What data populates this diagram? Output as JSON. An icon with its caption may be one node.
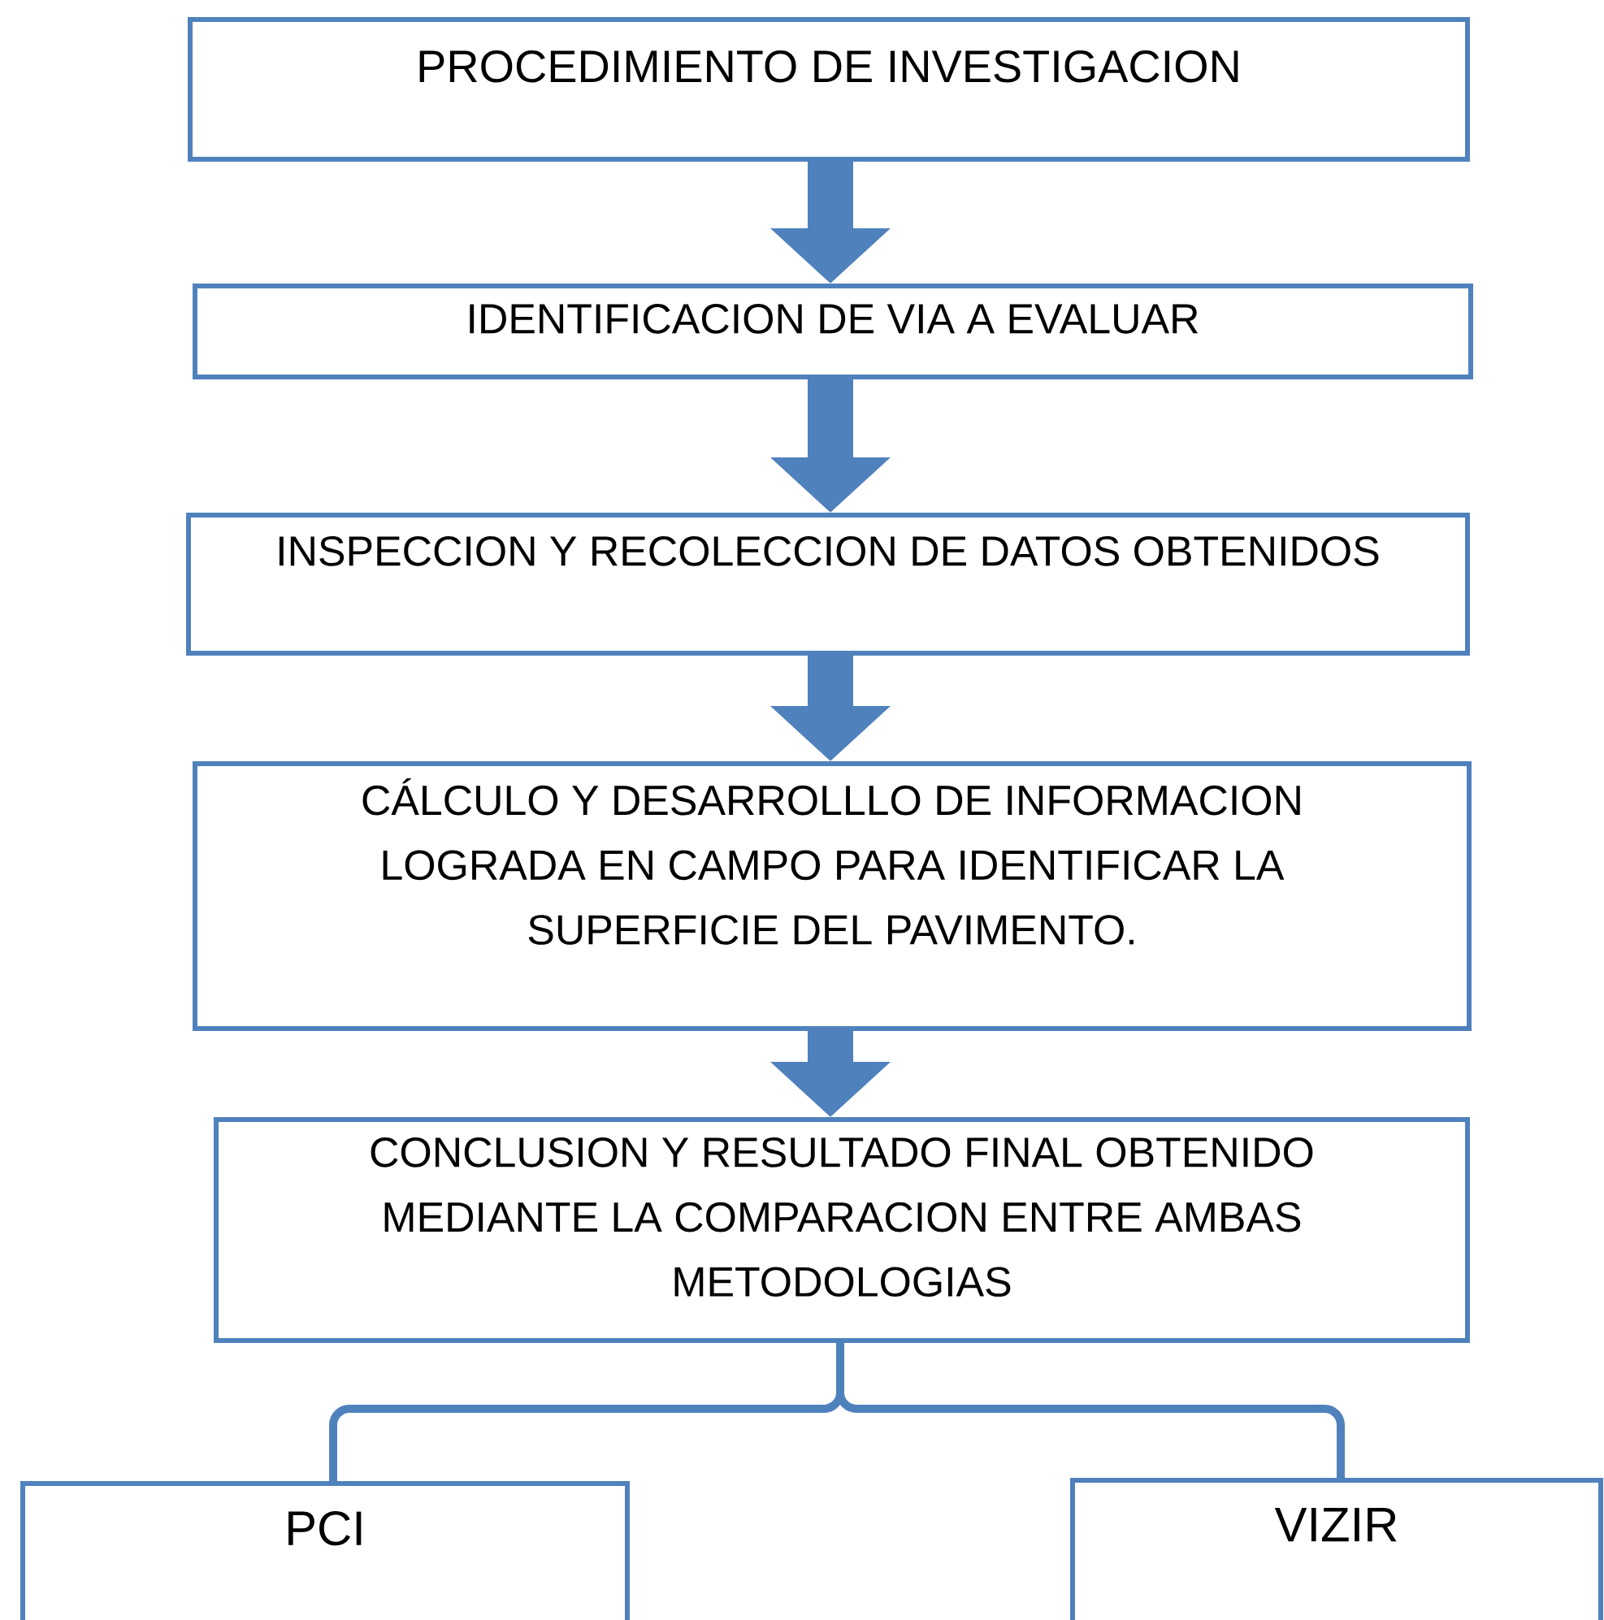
{
  "diagram": {
    "nodes": [
      {
        "text": [
          "PROCEDIMIENTO DE INVESTIGACION"
        ]
      },
      {
        "text": [
          "IDENTIFICACION DE VIA A EVALUAR"
        ]
      },
      {
        "text": [
          "INSPECCION Y RECOLECCION DE DATOS OBTENIDOS"
        ]
      },
      {
        "text": [
          "CÁLCULO Y DESARROLLLO DE INFORMACION LOGRADA EN CAMPO PARA IDENTIFICAR LA SUPERFICIE DEL PAVIMENTO."
        ]
      },
      {
        "text": [
          "CONCLUSION Y RESULTADO FINAL OBTENIDO MEDIANTE LA COMPARACION ENTRE AMBAS METODOLOGIAS"
        ]
      },
      {
        "text": [
          "PCI"
        ]
      },
      {
        "text": [
          "VIZIR"
        ]
      }
    ],
    "edges": [
      {
        "from": 0,
        "to": 1,
        "arrow": "to"
      },
      {
        "from": 1,
        "to": 2,
        "arrow": "to"
      },
      {
        "from": 2,
        "to": 3,
        "arrow": "to"
      },
      {
        "from": 3,
        "to": 4,
        "arrow": "to"
      },
      {
        "from": 4,
        "to": 5,
        "arrow": "none"
      },
      {
        "from": 4,
        "to": 6,
        "arrow": "none"
      }
    ]
  }
}
